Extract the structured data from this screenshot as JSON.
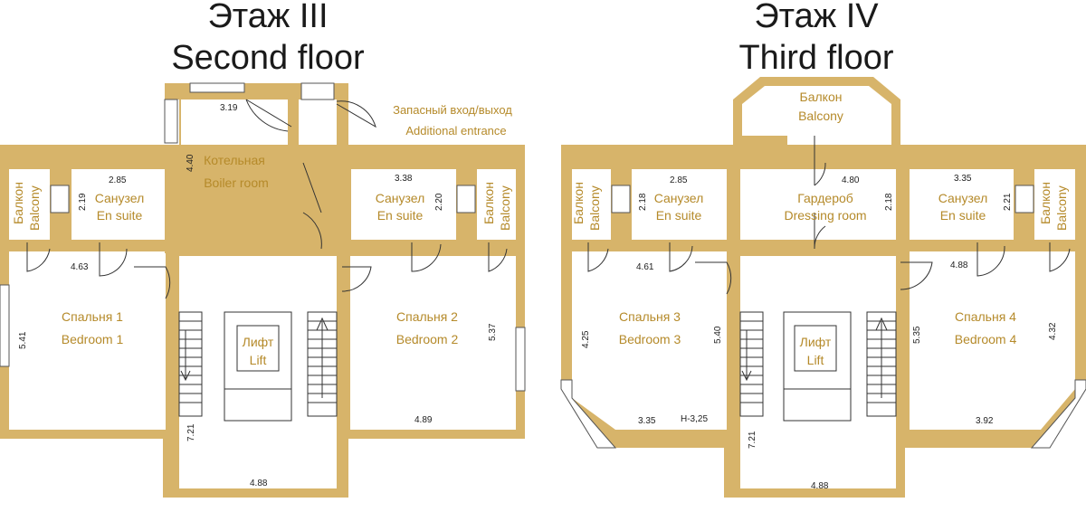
{
  "floors": [
    {
      "title_ru": "Этаж III",
      "title_en": "Second floor",
      "rooms": {
        "boiler": {
          "ru": "Котельная",
          "en": "Boiler room",
          "w": "3.19",
          "h": "4.40"
        },
        "ensuite_left": {
          "ru": "Санузел",
          "en": "En suite",
          "w": "2.85",
          "h": "2.19"
        },
        "ensuite_right": {
          "ru": "Санузел",
          "en": "En suite",
          "w": "3.38",
          "h": "2.20"
        },
        "balcony_left": {
          "ru": "Балкон",
          "en": "Balcony"
        },
        "balcony_right": {
          "ru": "Балкон",
          "en": "Balcony"
        },
        "bedroom_a": {
          "ru": "Спальня 1",
          "en": "Bedroom 1",
          "w": "4.63",
          "h": "5.41"
        },
        "bedroom_b": {
          "ru": "Спальня 2",
          "en": "Bedroom 2",
          "w": "4.89",
          "h": "5.37"
        },
        "lift": {
          "ru": "Лифт",
          "en": "Lift"
        },
        "hall": {
          "w": "4.88",
          "h": "7.21"
        }
      },
      "entrance_note": {
        "ru": "Запасный вход/выход",
        "en": "Additional entrance"
      }
    },
    {
      "title_ru": "Этаж IV",
      "title_en": "Third floor",
      "rooms": {
        "balcony_top": {
          "ru": "Балкон",
          "en": "Balcony"
        },
        "ensuite_left": {
          "ru": "Санузел",
          "en": "En suite",
          "w": "2.85",
          "h": "2.18"
        },
        "dressing": {
          "ru": "Гардероб",
          "en": "Dressing room",
          "w": "4.80",
          "h": "2.18"
        },
        "ensuite_right": {
          "ru": "Санузел",
          "en": "En suite",
          "w": "3.35",
          "h": "2.21"
        },
        "balcony_left": {
          "ru": "Балкон",
          "en": "Balcony"
        },
        "balcony_right": {
          "ru": "Балкон",
          "en": "Balcony"
        },
        "bedroom_a": {
          "ru": "Спальня 3",
          "en": "Bedroom 3",
          "w": "4.61",
          "h": "4.25",
          "h2": "5.40",
          "w2": "3.35",
          "ceiling": "H-3,25"
        },
        "bedroom_b": {
          "ru": "Спальня 4",
          "en": "Bedroom 4",
          "w": "4.88",
          "h": "5.35",
          "h2": "4.32",
          "w2": "3.92"
        },
        "lift": {
          "ru": "Лифт",
          "en": "Lift"
        },
        "hall": {
          "w": "4.88",
          "h": "7.21"
        }
      }
    }
  ],
  "colors": {
    "wall": "#d7b46a",
    "label": "#b58a2a",
    "text": "#1a1a1a"
  }
}
